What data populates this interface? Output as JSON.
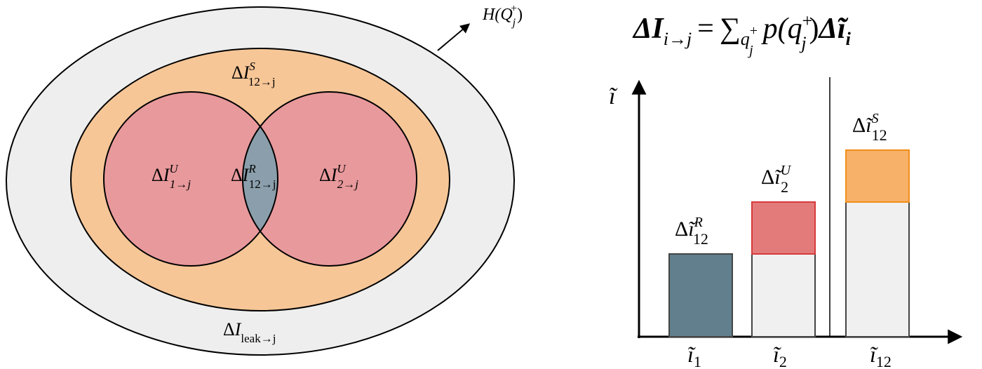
{
  "venn": {
    "outer_top_label": {
      "base": "H(Q",
      "sub": "j",
      "sup": "+",
      "close": ")"
    },
    "leak_label": {
      "delta": "Δ",
      "var": "I",
      "sub": "leak→j"
    },
    "synergy_label": {
      "delta": "Δ",
      "var": "I",
      "sup": "S",
      "sub": "12→j"
    },
    "unique1_label": {
      "delta": "Δ",
      "var": "I",
      "sup": "U",
      "sub": "1→j"
    },
    "redundant_label": {
      "delta": "Δ",
      "var": "I",
      "sup": "R",
      "sub": "12→j"
    },
    "unique2_label": {
      "delta": "Δ",
      "var": "I",
      "sup": "U",
      "sub": "2→j"
    }
  },
  "formula": {
    "lhs_delta": "Δ",
    "lhs_var": "I",
    "lhs_sub": "i→j",
    "eq": "=",
    "sum": "∑",
    "sum_sub": "q",
    "sum_sub_sup": "+",
    "sum_sub_sub": "j",
    "p": "p(q",
    "p_sup": "+",
    "p_sub": "j",
    "p_close": ")",
    "rhs_delta": "Δ",
    "rhs_var": "ĩ",
    "rhs_sub": "i"
  },
  "bar_chart": {
    "y_axis_label": "ĩ",
    "x_tick_labels": [
      {
        "var": "ĩ",
        "sub": "1"
      },
      {
        "var": "ĩ",
        "sub": "2"
      },
      {
        "var": "ĩ",
        "sub": "12"
      }
    ],
    "bar_labels": {
      "redundant": {
        "delta": "Δ",
        "var": "ĩ",
        "sup": "R",
        "sub": "12"
      },
      "unique": {
        "delta": "Δ",
        "var": "ĩ",
        "sup": "U",
        "sub": "2"
      },
      "synergy": {
        "delta": "Δ",
        "var": "ĩ",
        "sup": "S",
        "sub": "12"
      }
    }
  },
  "colors": {
    "outer_fill": "#eeeeee",
    "synergy_fill": "#f6c697",
    "unique_fill": "#e8999c",
    "redundant_fill": "#8a9fab",
    "bar_redundant": "#627f8e",
    "bar_unique": "#e47b7b",
    "bar_unique_stroke": "#d63a3a",
    "bar_synergy": "#f7b168",
    "bar_synergy_stroke": "#f28d1a",
    "bar_base": "#f0f0f0"
  }
}
